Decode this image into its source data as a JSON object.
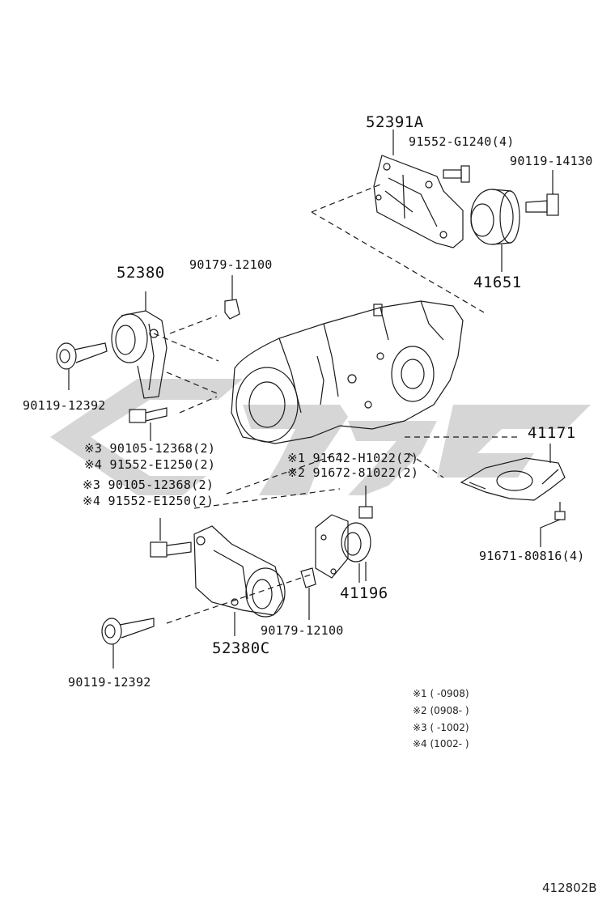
{
  "labels": {
    "l52391a": "52391A",
    "l91552g": "91552-G1240(4)",
    "l90119_14130": "90119-14130",
    "l41651": "41651",
    "l52380": "52380",
    "l90179_top": "90179-12100",
    "l90119_12392_top": "90119-12392",
    "l90105_a": "※3 90105-12368(2)",
    "l91552_a": "※4 91552-E1250(2)",
    "l90105_b": "※3 90105-12368(2)",
    "l91552_b": "※4 91552-E1250(2)",
    "l91642": "※1 91642-H1022(2)",
    "l91672": "※2 91672-81022(2)",
    "l41171": "41171",
    "l91671": "91671-80816(4)",
    "l41196": "41196",
    "l90179_bottom": "90179-12100",
    "l52380c": "52380C",
    "l90119_12392_bottom": "90119-12392"
  },
  "notes": {
    "n1": "※1 (    -0908)",
    "n2": "※2 (0908-    )",
    "n3": "※3 (    -1002)",
    "n4": "※4 (1002-    )"
  },
  "figure_id": "412802B",
  "colors": {
    "line": "#1a1a1a",
    "watermark": "#c8c8c8",
    "paper": "#ffffff"
  }
}
